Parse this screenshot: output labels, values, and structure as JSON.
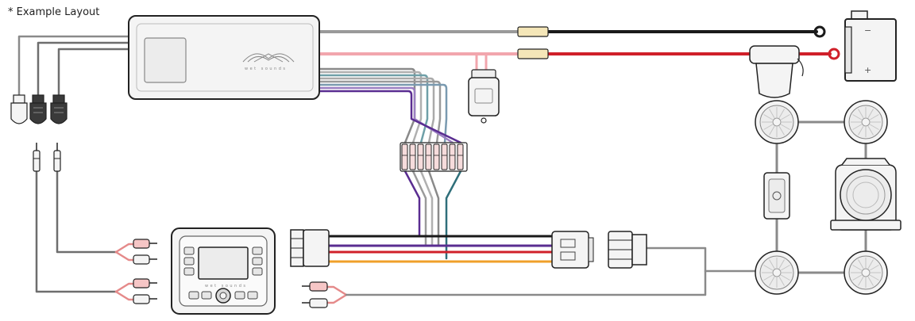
{
  "note": "* Example Layout",
  "amplifier": {
    "logo_text": "wet sounds"
  },
  "head_unit": {
    "logo_text": "wet sounds"
  },
  "battery": {
    "minus": "−",
    "plus": "+"
  },
  "colors": {
    "gray_wire": "#9a9a9a",
    "black_wire": "#1a1a1a",
    "red_wire": "#d0202a",
    "pink_wire": "#f2a6ad",
    "purple_wire": "#5a2d91",
    "orange_wire": "#f0a02a",
    "teal_wire": "#2f6f7a",
    "outline": "#222222",
    "component_fill": "#f2f2f2"
  }
}
